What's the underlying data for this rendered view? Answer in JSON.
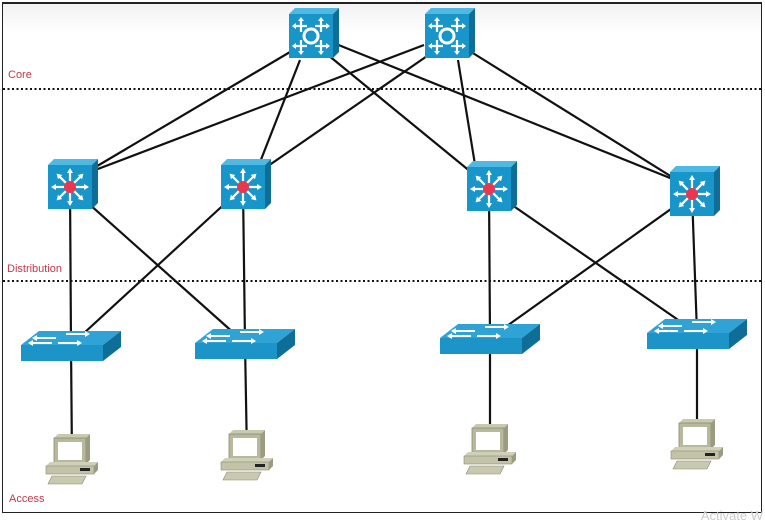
{
  "layers": [
    {
      "name": "core",
      "label": "Core"
    },
    {
      "name": "distribution",
      "label": "Distribution"
    },
    {
      "name": "access",
      "label": "Access"
    }
  ],
  "devices": {
    "core": [
      {
        "id": "core-1",
        "type": "multilayer-switch-core"
      },
      {
        "id": "core-2",
        "type": "multilayer-switch-core"
      }
    ],
    "distribution": [
      {
        "id": "dist-1",
        "type": "multilayer-switch"
      },
      {
        "id": "dist-2",
        "type": "multilayer-switch"
      },
      {
        "id": "dist-3",
        "type": "multilayer-switch"
      },
      {
        "id": "dist-4",
        "type": "multilayer-switch"
      }
    ],
    "access": [
      {
        "id": "acc-1",
        "type": "workgroup-switch"
      },
      {
        "id": "acc-2",
        "type": "workgroup-switch"
      },
      {
        "id": "acc-3",
        "type": "workgroup-switch"
      },
      {
        "id": "acc-4",
        "type": "workgroup-switch"
      }
    ],
    "hosts": [
      {
        "id": "pc-1",
        "type": "pc"
      },
      {
        "id": "pc-2",
        "type": "pc"
      },
      {
        "id": "pc-3",
        "type": "pc"
      },
      {
        "id": "pc-4",
        "type": "pc"
      }
    ]
  },
  "links": [
    [
      "core-1",
      "dist-1"
    ],
    [
      "core-1",
      "dist-2"
    ],
    [
      "core-1",
      "dist-3"
    ],
    [
      "core-1",
      "dist-4"
    ],
    [
      "core-2",
      "dist-1"
    ],
    [
      "core-2",
      "dist-2"
    ],
    [
      "core-2",
      "dist-3"
    ],
    [
      "core-2",
      "dist-4"
    ],
    [
      "dist-1",
      "acc-1"
    ],
    [
      "dist-1",
      "acc-2"
    ],
    [
      "dist-2",
      "acc-1"
    ],
    [
      "dist-2",
      "acc-2"
    ],
    [
      "dist-3",
      "acc-3"
    ],
    [
      "dist-3",
      "acc-4"
    ],
    [
      "dist-4",
      "acc-3"
    ],
    [
      "dist-4",
      "acc-4"
    ],
    [
      "acc-1",
      "pc-1"
    ],
    [
      "acc-2",
      "pc-2"
    ],
    [
      "acc-3",
      "pc-3"
    ],
    [
      "acc-4",
      "pc-4"
    ]
  ],
  "watermark": "Activate W"
}
